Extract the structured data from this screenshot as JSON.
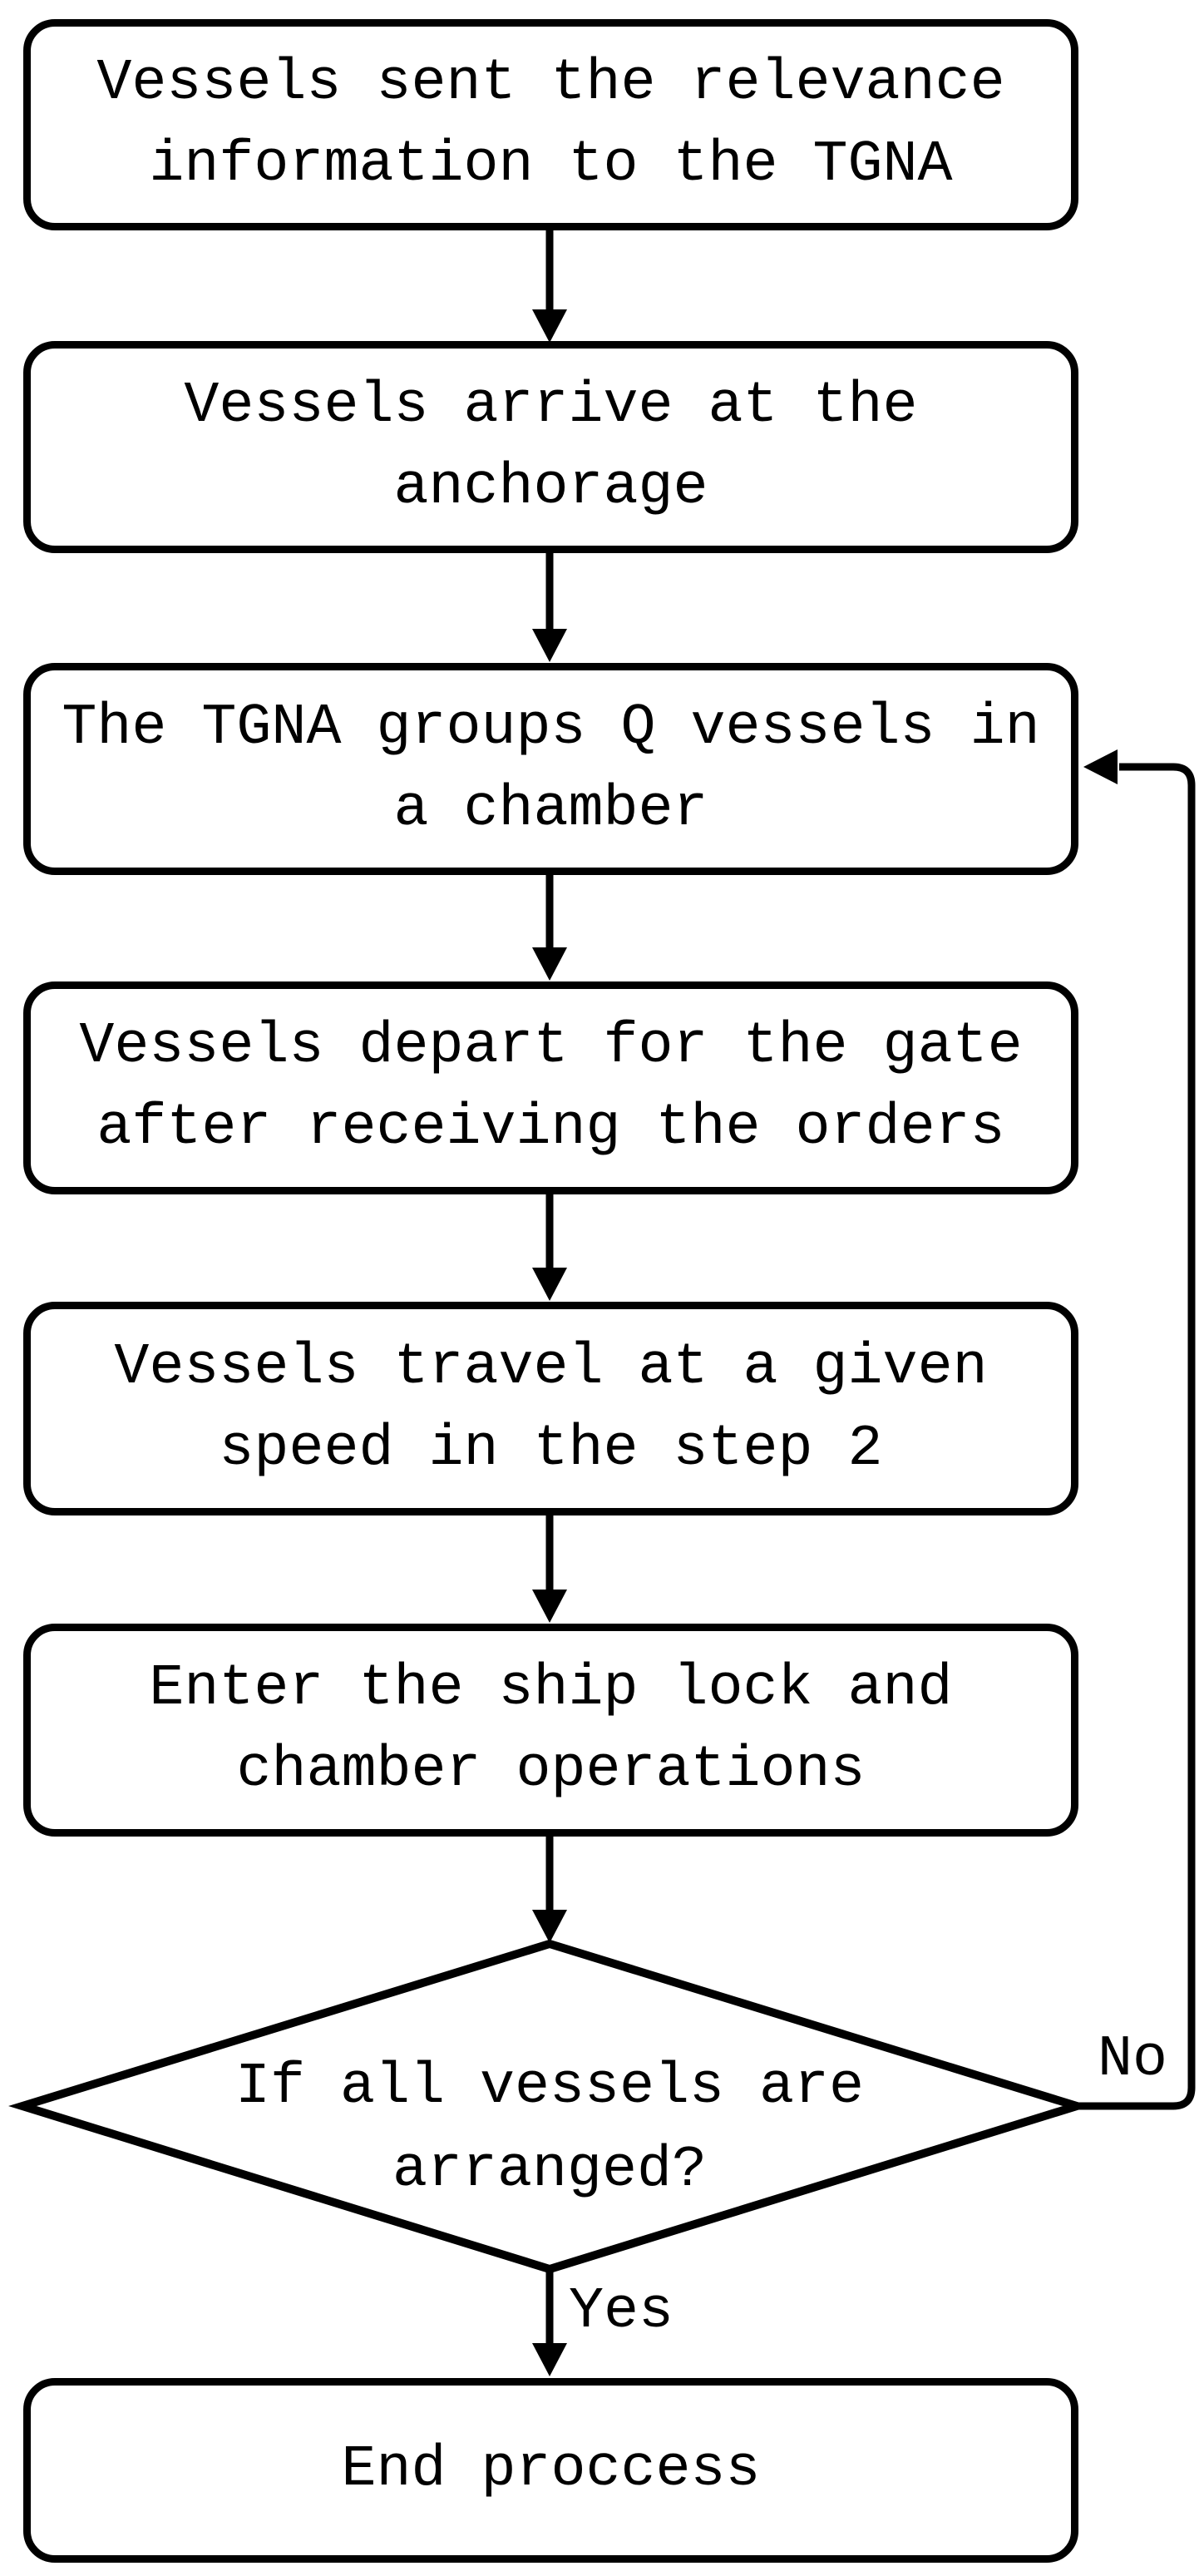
{
  "colors": {
    "background": "#ffffff",
    "line": "#000000",
    "text": "#000000"
  },
  "flowchart": {
    "nodes": [
      {
        "id": "send-info",
        "shape": "process",
        "lines": [
          "Vessels sent the relevance",
          "information to the TGNA"
        ]
      },
      {
        "id": "arrive-anchorage",
        "shape": "process",
        "lines": [
          "Vessels arrive at the",
          "anchorage"
        ]
      },
      {
        "id": "group-vessels",
        "shape": "process",
        "lines": [
          "The TGNA groups Q vessels in",
          "a chamber"
        ]
      },
      {
        "id": "depart-gate",
        "shape": "process",
        "lines": [
          "Vessels depart for the gate",
          "after receiving the orders"
        ]
      },
      {
        "id": "travel-speed",
        "shape": "process",
        "lines": [
          "Vessels travel at a given",
          "speed in the step 2"
        ]
      },
      {
        "id": "enter-lock",
        "shape": "process",
        "lines": [
          "Enter the ship lock and",
          "chamber operations"
        ]
      },
      {
        "id": "decision-arranged",
        "shape": "decision",
        "lines": [
          "If all vessels are",
          "arranged?"
        ]
      },
      {
        "id": "end-process",
        "shape": "process",
        "lines": [
          "End proccess"
        ]
      }
    ],
    "edge_labels": {
      "yes": "Yes",
      "no": "No"
    }
  }
}
